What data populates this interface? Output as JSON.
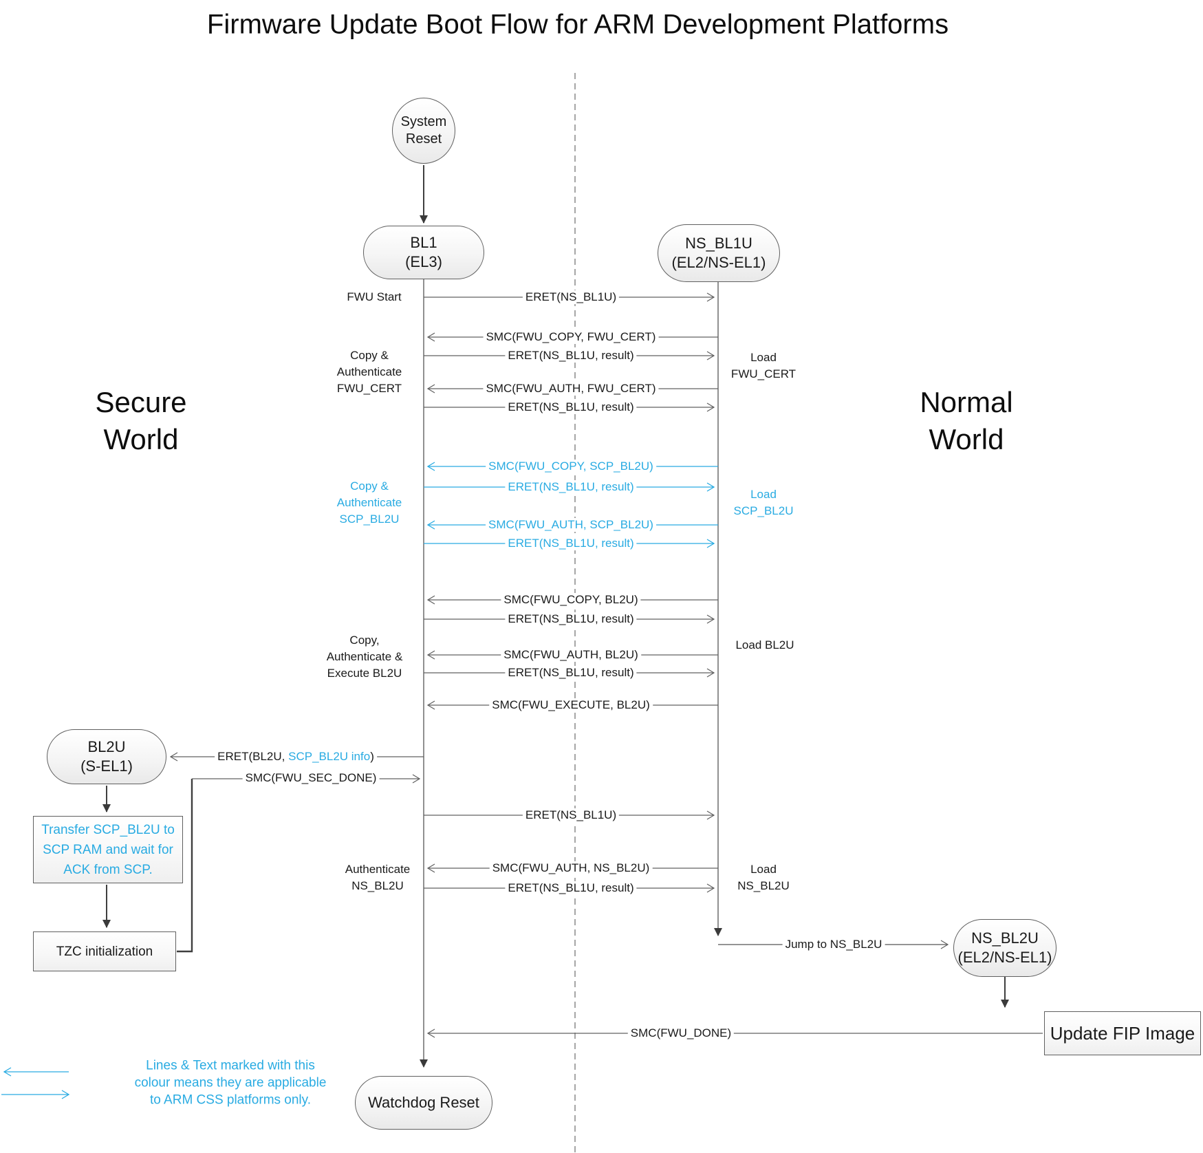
{
  "title": "Firmware Update Boot Flow for ARM Development Platforms",
  "colors": {
    "accent": "#29ABE2",
    "message_line": "#606060",
    "flow_line": "#3f3f3f"
  },
  "worlds": {
    "secure": "Secure\nWorld",
    "normal": "Normal\nWorld"
  },
  "nodes": {
    "system_reset": "System\nReset",
    "bl1": "BL1\n(EL3)",
    "ns_bl1u": "NS_BL1U\n(EL2/NS-EL1)",
    "bl2u": "BL2U\n(S-EL1)",
    "ns_bl2u": "NS_BL2U\n(EL2/NS-EL1)",
    "watchdog": "Watchdog Reset",
    "transfer_scp": "Transfer SCP_BL2U to\nSCP RAM and wait for\nACK from SCP.",
    "tzc": "TZC initialization",
    "update_fip": "Update FIP Image"
  },
  "activities": {
    "fwu_start": "FWU Start",
    "copy_auth_fwu_cert": "Copy &\nAuthenticate\nFWU_CERT",
    "copy_auth_scp_bl2u": "Copy &\nAuthenticate\nSCP_BL2U",
    "copy_auth_exec_bl2u": "Copy,\nAuthenticate &\nExecute BL2U",
    "auth_ns_bl2u": "Authenticate\nNS_BL2U",
    "load_fwu_cert": "Load\nFWU_CERT",
    "load_scp_bl2u": "Load\nSCP_BL2U",
    "load_bl2u": "Load BL2U",
    "load_ns_bl2u": "Load\nNS_BL2U"
  },
  "messages": [
    {
      "label": "ERET(NS_BL1U)"
    },
    {
      "label": "SMC(FWU_COPY, FWU_CERT)"
    },
    {
      "label": "ERET(NS_BL1U, result)"
    },
    {
      "label": "SMC(FWU_AUTH, FWU_CERT)"
    },
    {
      "label": "ERET(NS_BL1U, result)"
    },
    {
      "label": "SMC(FWU_COPY, SCP_BL2U)"
    },
    {
      "label": "ERET(NS_BL1U, result)"
    },
    {
      "label": "SMC(FWU_AUTH, SCP_BL2U)"
    },
    {
      "label": "ERET(NS_BL1U, result)"
    },
    {
      "label": "SMC(FWU_COPY, BL2U)"
    },
    {
      "label": "ERET(NS_BL1U, result)"
    },
    {
      "label": "SMC(FWU_AUTH, BL2U)"
    },
    {
      "label": "ERET(NS_BL1U, result)"
    },
    {
      "label": "SMC(FWU_EXECUTE, BL2U)"
    },
    {
      "prefix": "ERET(BL2U, ",
      "highlight": "SCP_BL2U info",
      "suffix": ")"
    },
    {
      "label": "SMC(FWU_SEC_DONE)"
    },
    {
      "label": "ERET(NS_BL1U)"
    },
    {
      "label": "SMC(FWU_AUTH, NS_BL2U)"
    },
    {
      "label": "ERET(NS_BL1U, result)"
    },
    {
      "label": "Jump to NS_BL2U"
    },
    {
      "label": "SMC(FWU_DONE)"
    }
  ],
  "legend": {
    "note": "Lines & Text marked with this\ncolour means they are applicable\nto ARM CSS platforms only."
  }
}
